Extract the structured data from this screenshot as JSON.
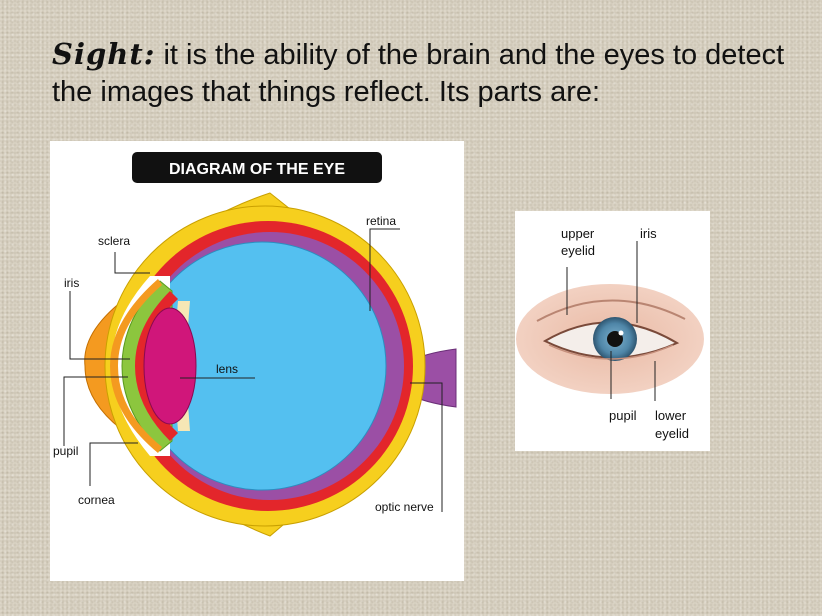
{
  "slide": {
    "keyword": "Sight:",
    "text": " it is the ability of the brain and the eyes to detect the images that things reflect. Its parts are:"
  },
  "diagram": {
    "title": "DIAGRAM OF THE EYE",
    "labels": {
      "sclera": "sclera",
      "iris": "iris",
      "retina": "retina",
      "lens": "lens",
      "pupil": "pupil",
      "cornea": "cornea",
      "optic_nerve": "optic nerve"
    }
  },
  "photo": {
    "labels": {
      "upper_eyelid_1": "upper",
      "upper_eyelid_2": "eyelid",
      "iris": "iris",
      "pupil": "pupil",
      "lower_eyelid_1": "lower",
      "lower_eyelid_2": "eyelid"
    }
  },
  "colors": {
    "sclera_yellow": "#f6cf1e",
    "cornea_orange": "#f49a20",
    "iris_green": "#8cc63e",
    "choroid_red": "#e3262b",
    "retina_purple": "#9b4fa5",
    "vitreous_blue": "#54c0f0",
    "lens_magenta": "#d0167a"
  }
}
